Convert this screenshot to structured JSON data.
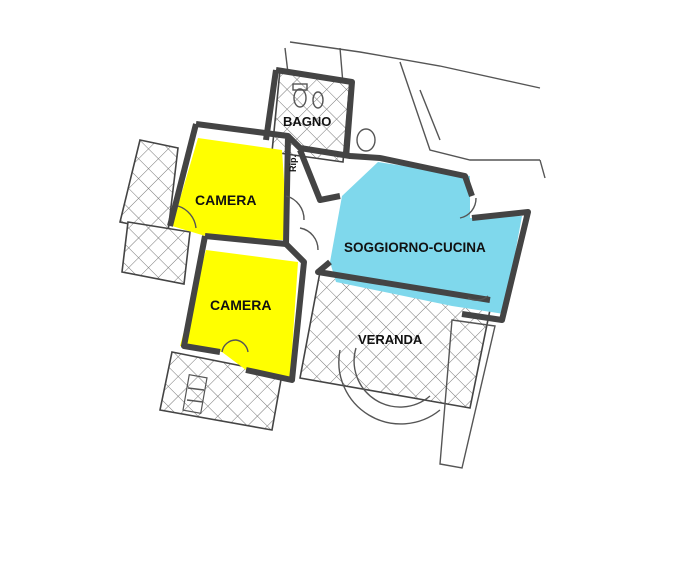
{
  "rooms": {
    "bagno": "BAGNO",
    "camera_top": "CAMERA",
    "camera_bottom": "CAMERA",
    "soggiorno": "SOGGIORNO-CUCINA",
    "veranda": "VERANDA",
    "ripostiglio": "Rip."
  },
  "colors": {
    "bedroom": "#ffff00",
    "living": "#7fd8ec",
    "walls": "#444444",
    "hatch": "#666666"
  },
  "icons": {
    "stair": "stair-icon",
    "sink": "sink-icon",
    "toilet": "toilet-icon"
  }
}
